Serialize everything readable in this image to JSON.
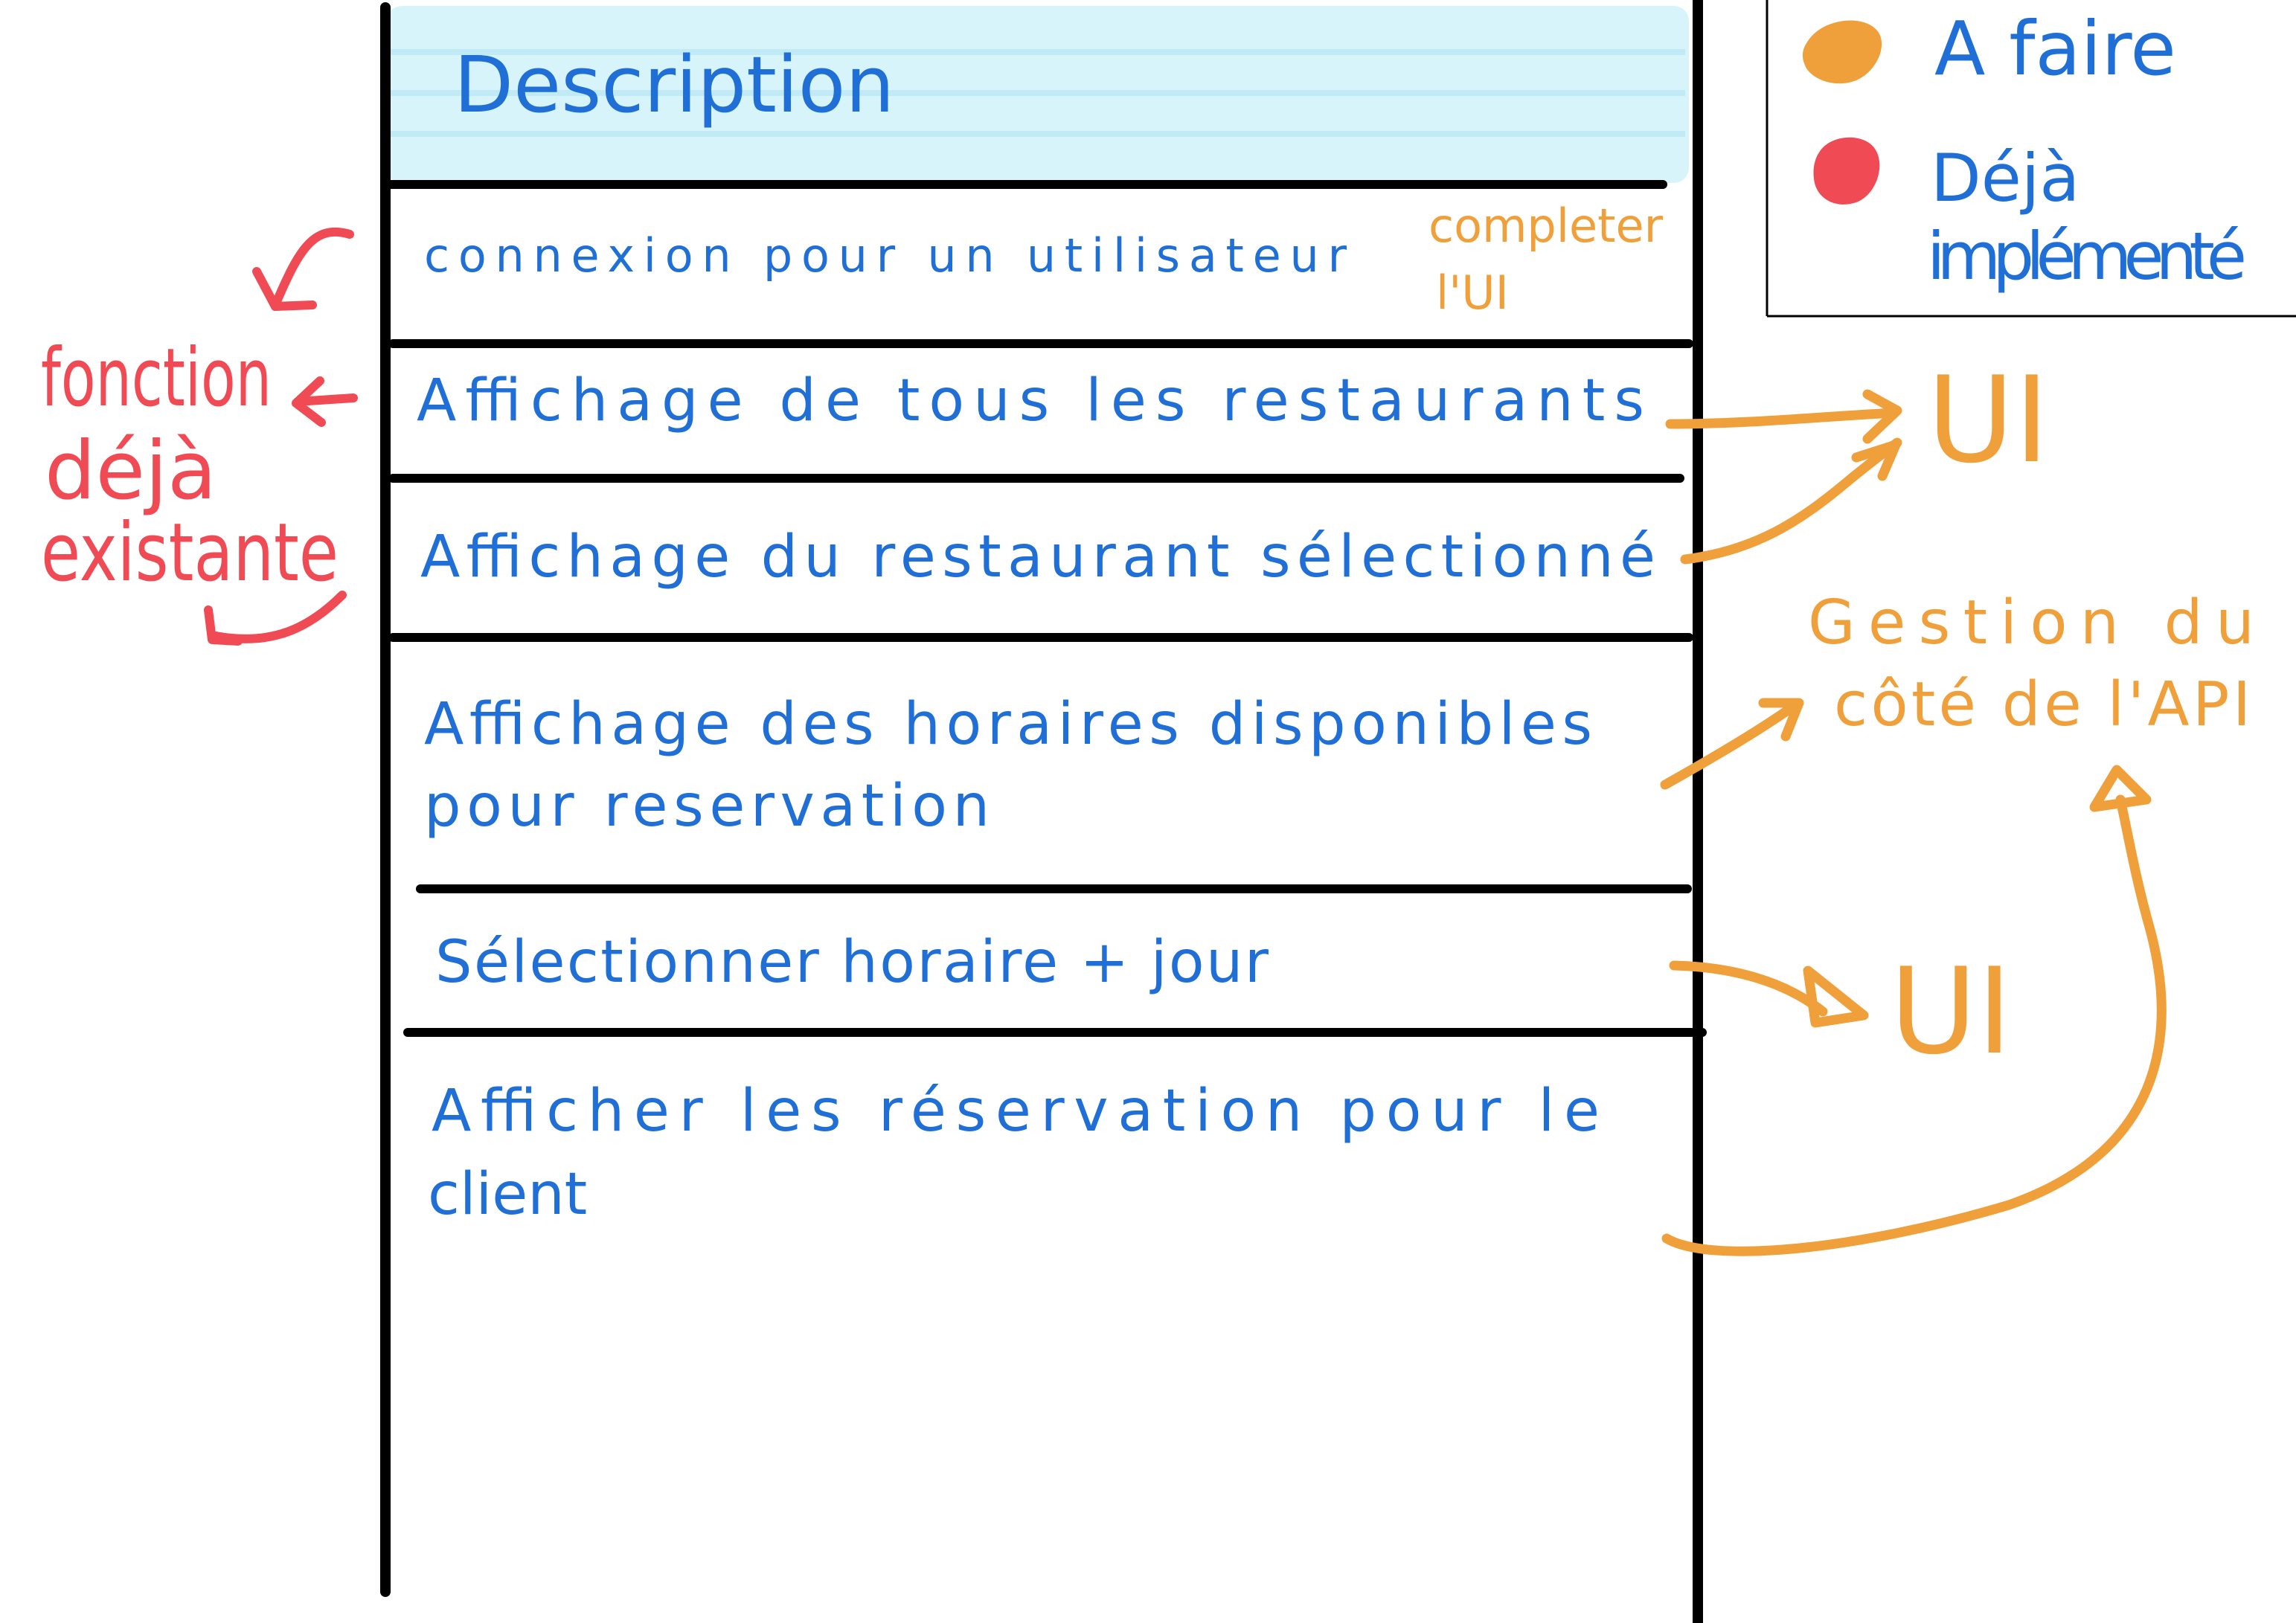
{
  "table": {
    "header": "Description",
    "rows": [
      {
        "lines": [
          "connexion pour un utilisateur"
        ],
        "note": [
          "completer",
          "l'UI"
        ]
      },
      {
        "lines": [
          "Affichage de tous les restaurants"
        ]
      },
      {
        "lines": [
          "Affichage du restaurant sélectionné"
        ]
      },
      {
        "lines": [
          "Affichage des horaires disponibles",
          "pour reservation"
        ]
      },
      {
        "lines": [
          "Sélectionner horaire + jour"
        ]
      },
      {
        "lines": [
          "Afficher les réservation pour le",
          "client"
        ]
      }
    ]
  },
  "legend": {
    "todo_label": "A faire",
    "done_label_line1": "Déjà",
    "done_label_line2": "implémenté"
  },
  "annotations": {
    "existing_line1": "fonction",
    "existing_line2": "déjà",
    "existing_line3": "existante",
    "ui_top": "UI",
    "ui_bottom": "UI",
    "api_line1": "Gestion du",
    "api_line2": "côté de l'API"
  },
  "colors": {
    "ink_blue": "#1f6fd6",
    "orange": "#f0a03a",
    "red": "#f04b55",
    "header_band": "#d8f4fb",
    "header_stripe": "#bfeaf6",
    "line": "#000000"
  }
}
